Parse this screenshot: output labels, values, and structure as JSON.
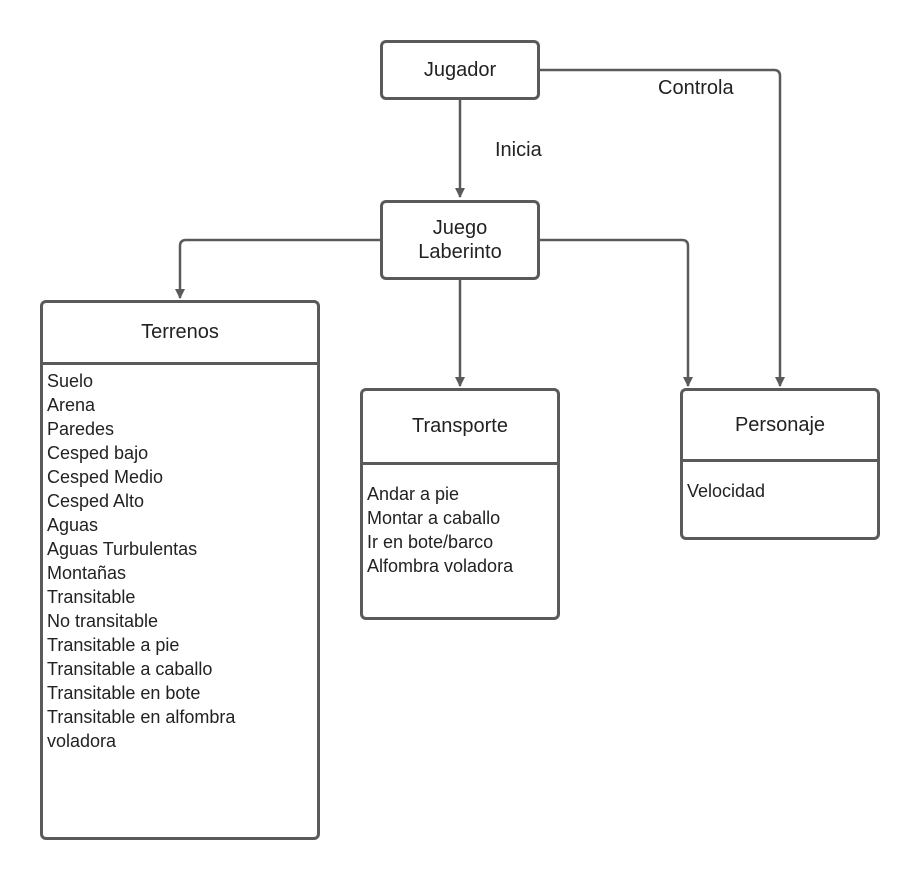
{
  "nodes": {
    "jugador": "Jugador",
    "juego": "Juego\nLaberinto"
  },
  "edges": {
    "inicia": "Inicia",
    "controla": "Controla"
  },
  "terrenos": {
    "title": "Terrenos",
    "items": [
      "Suelo",
      "Arena",
      "Paredes",
      "Cesped bajo",
      "Cesped Medio",
      "Cesped Alto",
      "Aguas",
      "Aguas Turbulentas",
      "Montañas",
      "Transitable",
      "No transitable",
      "Transitable a pie",
      "Transitable a caballo",
      "Transitable en bote",
      "Transitable en alfombra",
      "voladora"
    ]
  },
  "transporte": {
    "title": "Transporte",
    "items": [
      "Andar a pie",
      "Montar a caballo",
      "Ir en bote/barco",
      "Alfombra voladora"
    ]
  },
  "personaje": {
    "title": "Personaje",
    "items": [
      "Velocidad"
    ]
  },
  "colors": {
    "stroke": "#5a5a5a",
    "text": "#222222",
    "background": "#ffffff"
  }
}
